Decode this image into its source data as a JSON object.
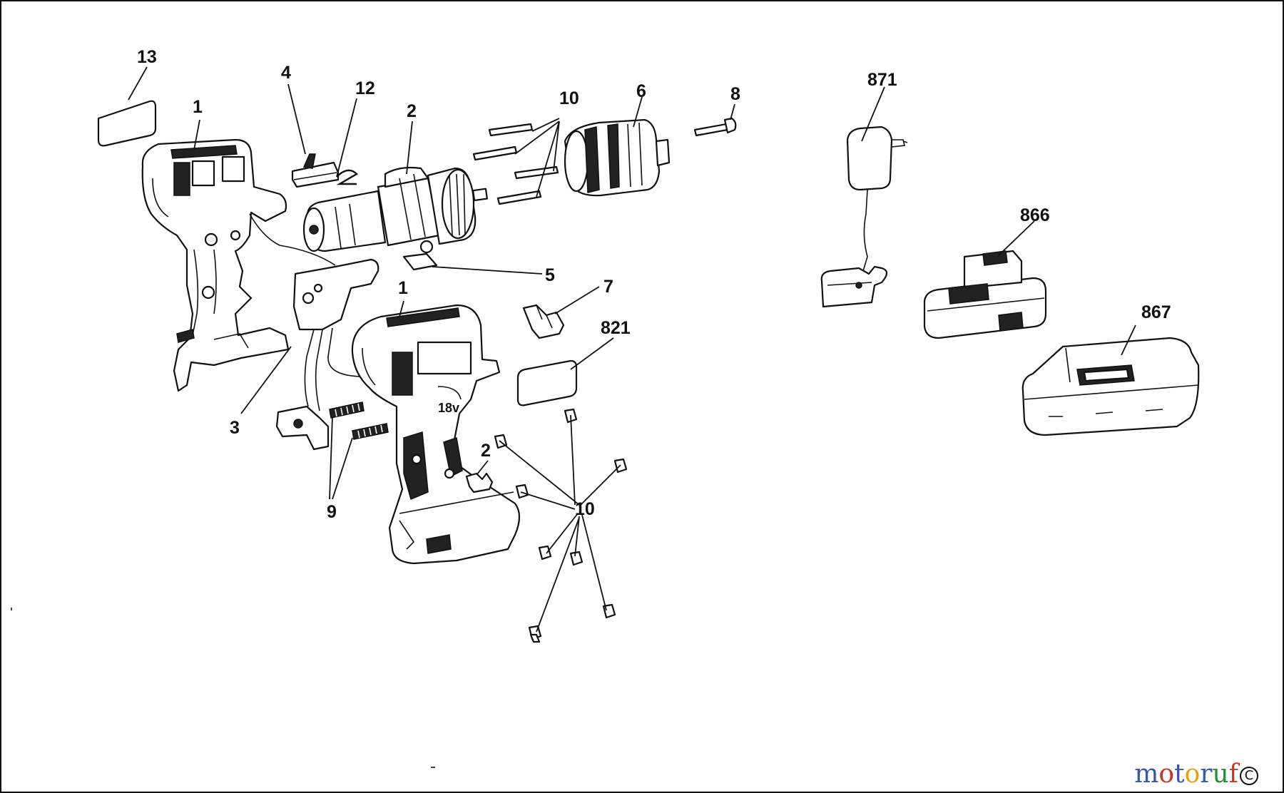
{
  "callouts": {
    "c13": "13",
    "c1a": "1",
    "c4": "4",
    "c12": "12",
    "c2a": "2",
    "c10a": "10",
    "c6": "6",
    "c8": "8",
    "c5": "5",
    "c1b": "1",
    "c7": "7",
    "c821": "821",
    "c3": "3",
    "c9": "9",
    "c2b": "2",
    "c10b": "10",
    "c871": "871",
    "c866": "866",
    "c867": "867"
  },
  "tool_badge": "18v",
  "watermark": {
    "letters": [
      "m",
      "o",
      "t",
      "o",
      "r",
      "u",
      "f"
    ],
    "colors": [
      "#3a56a8",
      "#c0392b",
      "#3a56a8",
      "#e0a020",
      "#3a56a8",
      "#2e8b3a",
      "#c0392b"
    ],
    "symbol": "C"
  }
}
